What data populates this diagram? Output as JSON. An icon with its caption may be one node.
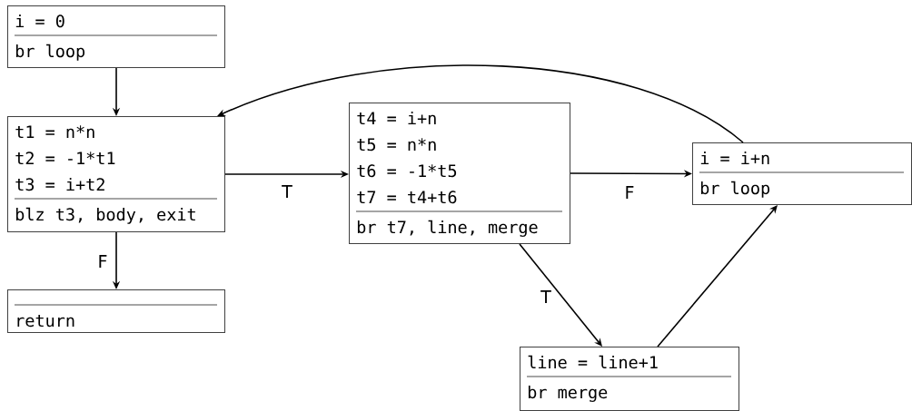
{
  "diagram": {
    "nodes": [
      {
        "text": [
          "i = 0",
          "br loop"
        ]
      },
      {
        "text": [
          "t1 = n*n",
          "t2 = -1*t1",
          "t3 = i+t2",
          "blz t3, body, exit"
        ]
      },
      {
        "text": [
          "return"
        ]
      },
      {
        "text": [
          "t4 = i+n",
          "t5 = n*n",
          "t6 = -1*t5",
          "t7 = t4+t6",
          "br t7, line, merge"
        ]
      },
      {
        "text": [
          "i = i+n",
          "br loop"
        ]
      },
      {
        "text": [
          "line = line+1",
          "br merge"
        ]
      }
    ],
    "edges": [
      {
        "from": 0,
        "to": 1,
        "arrow": "to"
      },
      {
        "from": 1,
        "to": 3,
        "arrow": "to",
        "label": "T"
      },
      {
        "from": 1,
        "to": 2,
        "arrow": "to",
        "label": "F"
      },
      {
        "from": 3,
        "to": 4,
        "arrow": "to",
        "label": "F"
      },
      {
        "from": 3,
        "to": 5,
        "arrow": "to",
        "label": "T"
      },
      {
        "from": 5,
        "to": 4,
        "arrow": "to"
      },
      {
        "from": 4,
        "to": 1,
        "arrow": "to"
      }
    ]
  }
}
